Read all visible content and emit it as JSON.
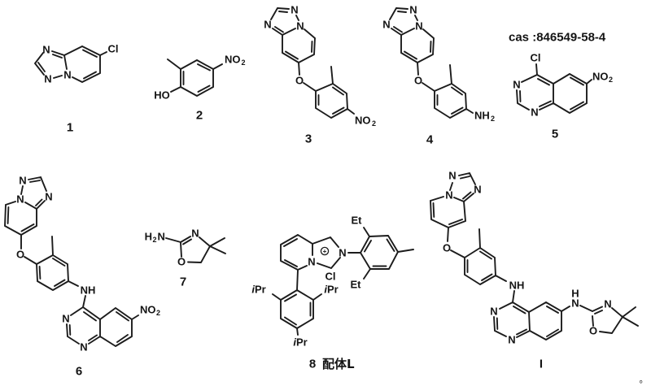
{
  "figure": {
    "background": "#ffffff",
    "line_color": "#1c1c1c"
  },
  "cas_note": "cas :846549-58-4",
  "atoms": {
    "n": "N",
    "o": "O",
    "cl": "Cl",
    "ho": "HO",
    "h": "H",
    "nh": "NH",
    "no2": "NO",
    "sub2": "2",
    "et": "Et",
    "ipr_i": "i",
    "ipr_pr": "Pr",
    "plus": "+"
  },
  "compounds": {
    "c1": "1",
    "c2": "2",
    "c3": "3",
    "c4": "4",
    "c5": "5",
    "c6": "6",
    "c7": "7",
    "c8": "8",
    "c8_ligand": "配体L",
    "cI": "I"
  },
  "punctuation": {
    "period": "。"
  }
}
